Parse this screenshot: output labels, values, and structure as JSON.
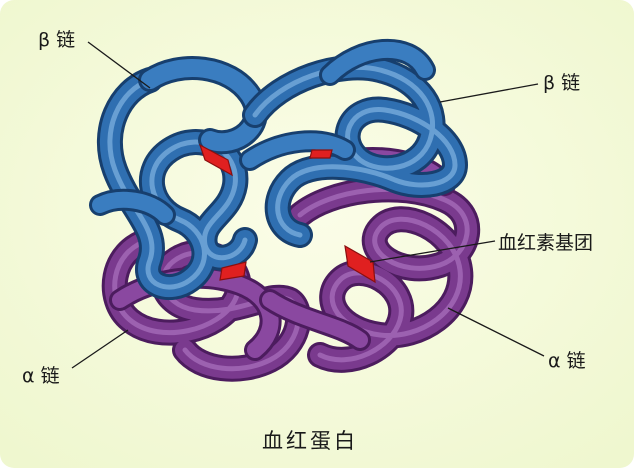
{
  "labels": {
    "beta_left": "β 链",
    "beta_right": "β 链",
    "heme": "血红素基团",
    "alpha_left": "α 链",
    "alpha_right": "α 链"
  },
  "caption": "血红蛋白",
  "colors": {
    "background": "#f6fbdf",
    "beta_chain": "#2f6fb1",
    "alpha_chain": "#7a3a8e",
    "heme_group": "#e02020"
  }
}
